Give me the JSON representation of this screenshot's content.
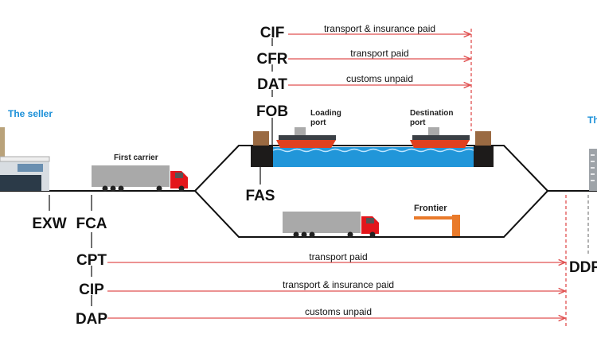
{
  "colors": {
    "route": "#111111",
    "arrow": "#e05050",
    "party": "#1a8fd8",
    "water": "#2196d9",
    "truck_cab": "#e3161b"
  },
  "parties": {
    "seller": "The seller",
    "buyer": "The buyer"
  },
  "places": {
    "first_carrier": "First carrier",
    "loading_port_1": "Loading",
    "loading_port_2": "port",
    "destination_port_1": "Destination",
    "destination_port_2": "port",
    "frontier": "Frontier"
  },
  "sea_terms": [
    {
      "term": "CIF",
      "label": "transport & insurance paid"
    },
    {
      "term": "CFR",
      "label": "transport paid"
    },
    {
      "term": "DAT",
      "label": "customs unpaid"
    },
    {
      "term": "FOB",
      "label": ""
    }
  ],
  "fas": "FAS",
  "exw": "EXW",
  "fca": "FCA",
  "ddp": "DDP",
  "land_terms": [
    {
      "term": "CPT",
      "label": "transport paid"
    },
    {
      "term": "CIP",
      "label": "transport & insurance paid"
    },
    {
      "term": "DAP",
      "label": "customs unpaid"
    }
  ]
}
